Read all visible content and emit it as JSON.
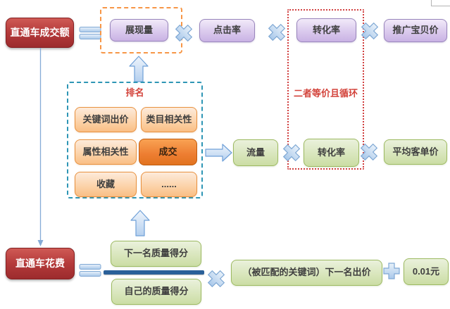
{
  "nodes": {
    "turnover": "直通车成交额",
    "impressions": "展现量",
    "ctr": "点击率",
    "cvr_top": "转化率",
    "item_price": "推广宝贝价",
    "traffic": "流量",
    "cvr_mid": "转化率",
    "avg_order_value": "平均客单价",
    "cost": "直通车花费",
    "next_quality_score": "下一名质量得分",
    "own_quality_score": "自己的质量得分",
    "next_bid": "（被匹配的关键词）下一名出价",
    "increment": "0.01元"
  },
  "ranking": {
    "title": "排名",
    "factors": [
      "关键词出价",
      "类目相关性",
      "属性相关性",
      "成交",
      "收藏",
      "......"
    ]
  },
  "annotations": {
    "equivalence_note": "二者等价且循环"
  },
  "icons": {
    "equals": "equals-icon",
    "multiply": "multiply-icon",
    "plus": "plus-icon",
    "up_arrow": "up-arrow-icon",
    "right_arrow": "right-arrow-icon",
    "down_arrow": "down-arrow-icon"
  },
  "colors": {
    "red_node": "#B43A3A",
    "purple_node": "#C9B2E4",
    "green_node": "#D9E6BD",
    "orange_node": "#FBCD9E",
    "orange_node_highlight": "#ED7D31",
    "operator_blue": "#C3D9F0",
    "frame_orange_dashed": "#F79646",
    "frame_teal_dashed": "#2E96B5",
    "frame_red_dotted": "#D14040",
    "annotation_red": "#D3433B",
    "fraction_bar": "#2A6099"
  }
}
